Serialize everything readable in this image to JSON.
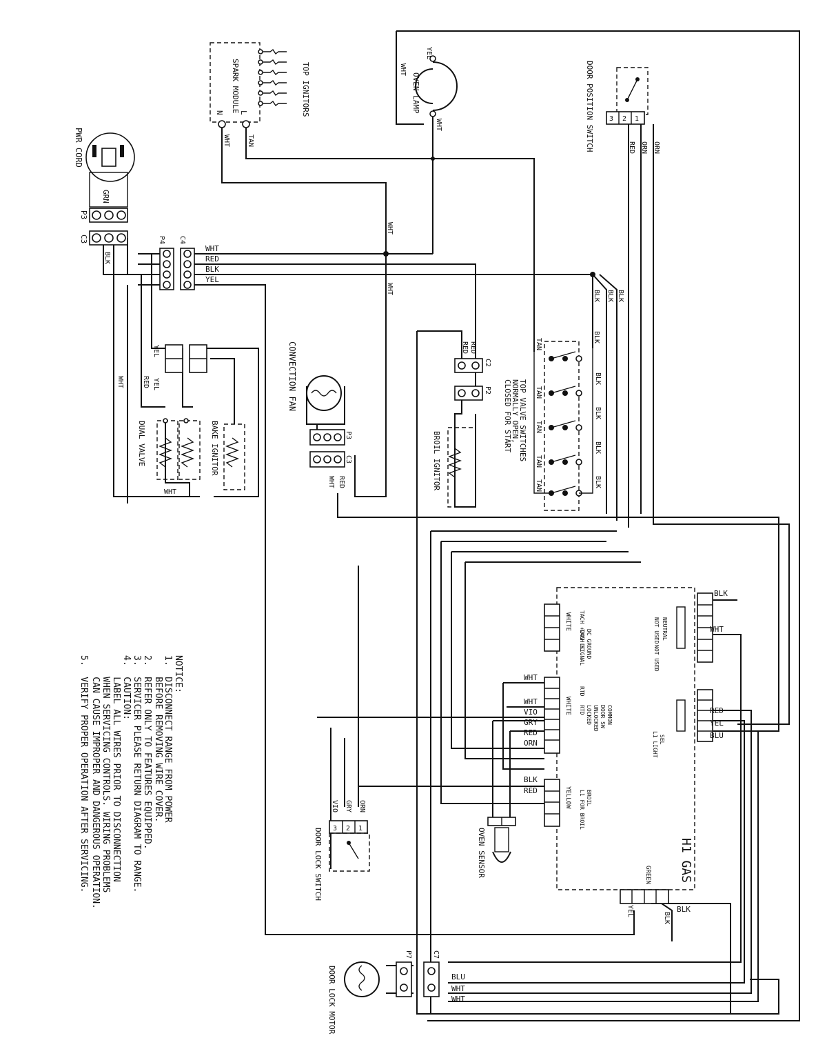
{
  "components": {
    "pwr_cord": "PWR CORD",
    "pwr_cord_grn": "GRN",
    "spark_module": "SPARK MODULE",
    "spark_l": "L",
    "spark_n": "N",
    "top_ignitors": "TOP IGNITORS",
    "oven_lamp": "OVEN LAMP",
    "door_position_switch": "DOOR POSITION SWITCH",
    "convection_fan": "CONVECTION FAN",
    "bake_ignitor": "BAKE IGNITOR",
    "dual_valve": "DUAL VALVE",
    "broil_ignitor": "BROIL IGNITOR",
    "top_valve_switches": "TOP VALVE SWITCHES",
    "top_valve_switches_2": "NORMALLY OPEN,",
    "top_valve_switches_3": "CLOSED FOR START",
    "control_board": "H1 GAS",
    "oven_sensor": "OVEN SENSOR",
    "door_lock_switch": "DOOR LOCK SWITCH",
    "door_lock_motor": "DOOR LOCK MOTOR"
  },
  "connectors": {
    "p3": "P3",
    "c3": "C3",
    "p4": "P4",
    "c4": "C4",
    "c2": "C2",
    "p2": "P2",
    "p3b": "P3",
    "c3b": "C3",
    "p7": "P7",
    "c7": "C7"
  },
  "board_labels": {
    "p4_tach": "TACH +24V DC",
    "p4_signal": "TACH SIGNAL",
    "p4_ground": "DC GROUND",
    "p7_l1": "L1 FOR BROIL",
    "p7_broil": "BROIL",
    "p1_rtd": "RTD",
    "p1_rtd2": "RTD",
    "p1_locked": "LOCKED",
    "p1_unlocked": "UNLOCKED",
    "p1_door_sw": "DOOR SW",
    "p1_common": "COMMON",
    "p3_not_used": "NOT USED",
    "p3_neutral": "NEUTRAL",
    "p3_not_used2": "NOT USED",
    "p5_sel": "SEL",
    "p5_l1_light": "L1 LIGHT",
    "p8_green": "GREEN",
    "white": "WHITE",
    "yellow": "YELLOW"
  },
  "wire_colors": {
    "wht": "WHT",
    "red": "RED",
    "blk": "BLK",
    "yel": "YEL",
    "tan": "TAN",
    "orn": "ORN",
    "vio": "VIO",
    "gry": "GRY",
    "blu": "BLU"
  },
  "notice": {
    "title": "NOTICE:",
    "items": [
      "1.  DISCONNECT RANGE FROM POWER",
      "    BEFORE REMOVING WIRE COVER.",
      "2.  REFER ONLY TO FEATURES EQUIPPED.",
      "3.  SERVICER PLEASE RETURN DIAGRAM TO RANGE.",
      "4.  CAUTION:",
      "    LABEL ALL WIRES PRIOR TO DISCONNECTION",
      "    WHEN SERVICING CONTROLS. WIRING PROBLEMS",
      "    CAN CAUSE IMPROPER AND DANGEROUS OPERATION.",
      "5.  VERIFY PROPER OPERATION AFTER SERVICING."
    ]
  }
}
